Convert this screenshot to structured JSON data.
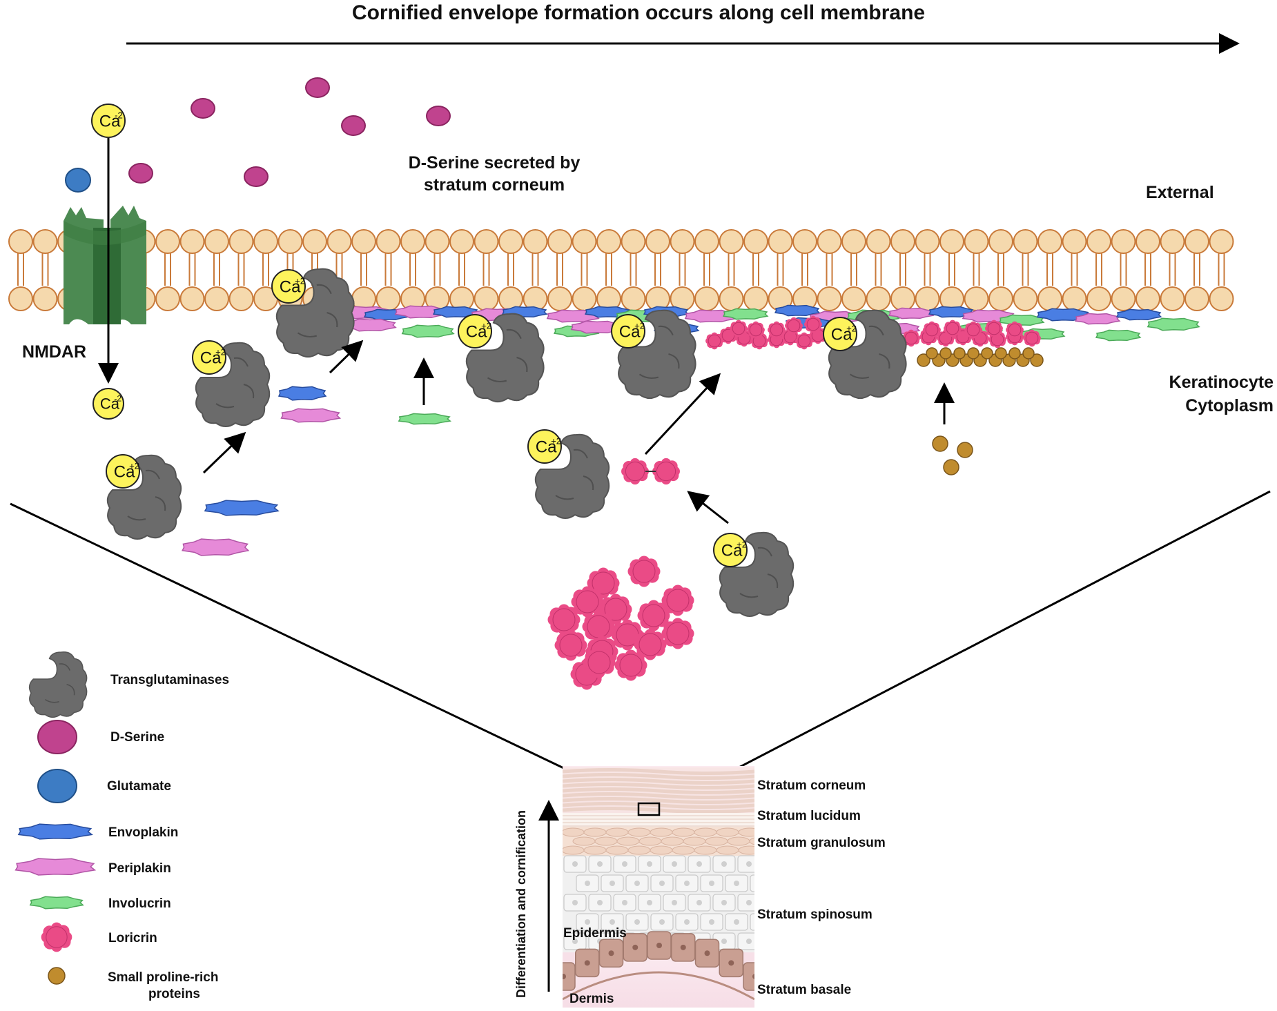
{
  "title": "Cornified envelope formation occurs along cell membrane",
  "labels": {
    "d_serine_line1": "D-Serine secreted by",
    "d_serine_line2": "stratum corneum",
    "external": "External",
    "keratinocyte_line1": "Keratinocyte",
    "keratinocyte_line2": "Cytoplasm",
    "nmdar": "NMDAR",
    "calcium_base": "Ca",
    "calcium_charge": "+2",
    "calcium_charge_channel": "-2"
  },
  "legend": [
    {
      "icon": "transglutaminase-icon",
      "label": "Transglutaminases"
    },
    {
      "icon": "d-serine-icon",
      "label": "D-Serine"
    },
    {
      "icon": "glutamate-icon",
      "label": "Glutamate"
    },
    {
      "icon": "envoplakin-icon",
      "label": "Envoplakin"
    },
    {
      "icon": "periplakin-icon",
      "label": "Periplakin"
    },
    {
      "icon": "involucrin-icon",
      "label": "Involucrin"
    },
    {
      "icon": "loricrin-icon",
      "label": "Loricrin"
    },
    {
      "icon": "sprp-icon",
      "label_line1": "Small proline-rich",
      "label_line2": "proteins"
    }
  ],
  "skin": {
    "axis_label": "Differentiation and cornification",
    "layers": [
      "Stratum corneum",
      "Stratum lucidum",
      "Stratum granulosum",
      "Stratum spinosum",
      "Stratum basale"
    ],
    "epidermis": "Epidermis",
    "dermis": "Dermis"
  },
  "colors": {
    "membrane_head": "#f5d9ad",
    "membrane_stroke": "#c97a3a",
    "nmdar": "#3e7d43",
    "transglutaminase": "#6b6b6b",
    "calcium": "#fdf35c",
    "d_serine": "#c0438e",
    "glutamate": "#3d7cc4",
    "envoplakin": "#4a7ee3",
    "periplakin": "#e68ad8",
    "involucrin": "#82e08e",
    "loricrin": "#ea4b86",
    "sprp": "#c08c2e"
  }
}
